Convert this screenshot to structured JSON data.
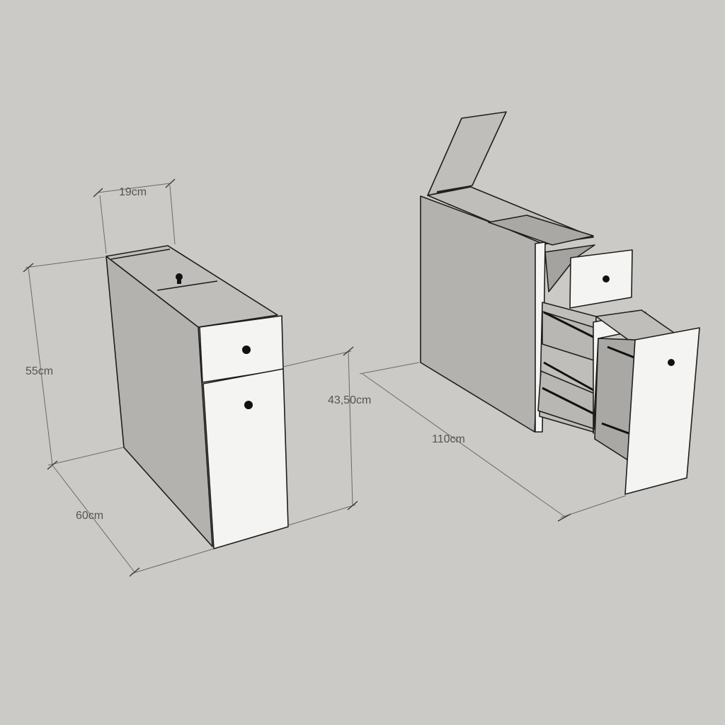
{
  "dimensions": {
    "width": "19cm",
    "height": "55cm",
    "depth": "60cm",
    "lower_height": "43,50cm",
    "open_depth": "110cm"
  },
  "colors": {
    "background": "#cbcac6",
    "panel_side": "#b3b2af",
    "panel_top": "#bfbebb",
    "panel_front": "#f4f4f2",
    "panel_shadow": "#a4a3a0",
    "edge": "#1e1e1e",
    "knob": "#111111",
    "dimension_line": "#6a6a6a",
    "dimension_text": "#555555"
  },
  "views": {
    "closed": "closed-cabinet",
    "open": "open-cabinet"
  }
}
